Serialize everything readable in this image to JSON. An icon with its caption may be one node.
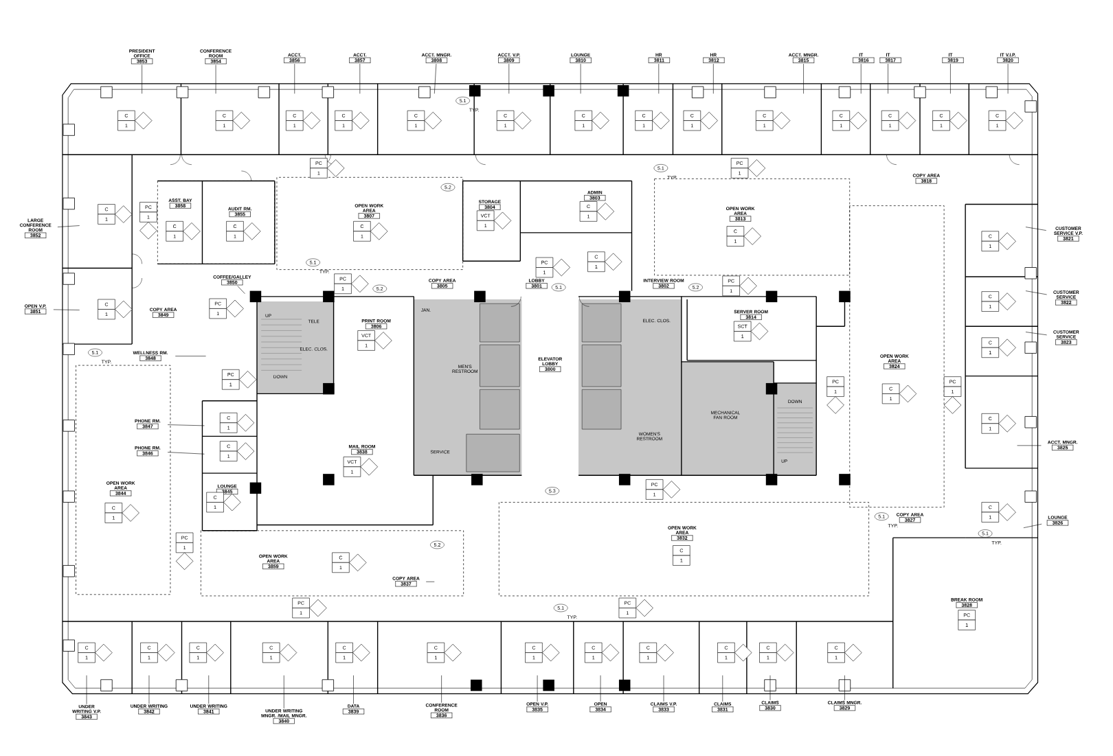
{
  "diagram": {
    "nodes": [
      {
        "text": [
          "PRESIDENT OFFICE",
          "3853"
        ]
      },
      {
        "text": [
          "CONFERENCE ROOM",
          "3854"
        ]
      },
      {
        "text": [
          "ACCT.",
          "3856"
        ]
      },
      {
        "text": [
          "ACCT.",
          "3857"
        ]
      },
      {
        "text": [
          "ACCT. MNGR.",
          "3808"
        ]
      },
      {
        "text": [
          "ACCT. V.P.",
          "3809"
        ]
      },
      {
        "text": [
          "LOUNGE",
          "3810"
        ]
      },
      {
        "text": [
          "HR",
          "3811"
        ]
      },
      {
        "text": [
          "HR",
          "3812"
        ]
      },
      {
        "text": [
          "ACCT. MNGR.",
          "3815"
        ]
      },
      {
        "text": [
          "IT",
          "3816"
        ]
      },
      {
        "text": [
          "IT",
          "3817"
        ]
      },
      {
        "text": [
          "IT",
          "3819"
        ]
      },
      {
        "text": [
          "IT V.I.P.",
          "3820"
        ]
      },
      {
        "text": [
          "LARGE CONFERENCE ROOM",
          "3852"
        ]
      },
      {
        "text": [
          "OPEN V.P.",
          "3851"
        ]
      },
      {
        "text": [
          "CUSTOMER SERVICE V.P.",
          "3821"
        ]
      },
      {
        "text": [
          "CUSTOMER SERVICE",
          "3822"
        ]
      },
      {
        "text": [
          "CUSTOMER SERVICE",
          "3823"
        ]
      },
      {
        "text": [
          "ACCT. MNGR.",
          "3825"
        ]
      },
      {
        "text": [
          "LOUNGE",
          "3826"
        ]
      },
      {
        "text": [
          "UNDER WRITING V.P.",
          "3843"
        ]
      },
      {
        "text": [
          "UNDER WRITING",
          "3842"
        ]
      },
      {
        "text": [
          "UNDER WRITING",
          "3841"
        ]
      },
      {
        "text": [
          "UNDER WRITING MNGR. /MAIL MNGR.",
          "3840"
        ]
      },
      {
        "text": [
          "DATA",
          "3839"
        ]
      },
      {
        "text": [
          "CONFERENCE ROOM",
          "3836"
        ]
      },
      {
        "text": [
          "OPEN V.P.",
          "3835"
        ]
      },
      {
        "text": [
          "OPEN",
          "3834"
        ]
      },
      {
        "text": [
          "CLAIMS V.P.",
          "3833"
        ]
      },
      {
        "text": [
          "CLAIMS",
          "3831"
        ]
      },
      {
        "text": [
          "CLAIMS",
          "3830"
        ]
      },
      {
        "text": [
          "CLAIMS MNGR.",
          "3829"
        ]
      },
      {
        "text": [
          "COFFEE/GALLEY",
          "3850"
        ]
      },
      {
        "text": [
          "WELLNESS RM.",
          "3848"
        ]
      },
      {
        "text": [
          "PHONE RM.",
          "3847"
        ]
      },
      {
        "text": [
          "PHONE RM.",
          "3846"
        ]
      },
      {
        "text": [
          "COPY AREA",
          "3837"
        ]
      },
      {
        "text": [
          "ASST. BAY",
          "3858"
        ]
      },
      {
        "text": [
          "AUDIT RM.",
          "3855"
        ]
      },
      {
        "text": [
          "OPEN WORK AREA",
          "3807"
        ]
      },
      {
        "text": [
          "STORAGE",
          "3804"
        ]
      },
      {
        "text": [
          "ADMIN",
          "3803"
        ]
      },
      {
        "text": [
          "OPEN WORK AREA",
          "3813"
        ]
      },
      {
        "text": [
          "COPY AREA",
          "3818"
        ]
      },
      {
        "text": [
          "COPY AREA",
          "3849"
        ]
      },
      {
        "text": [
          "COPY AREA",
          "3805"
        ]
      },
      {
        "text": [
          "LOBBY",
          "3801"
        ]
      },
      {
        "text": [
          "INTERVIEW ROOM",
          "3802"
        ]
      },
      {
        "text": [
          "SERVER ROOM",
          "3814"
        ]
      },
      {
        "text": [
          "PRINT ROOM",
          "3806"
        ]
      },
      {
        "text": [
          "ELEVATOR LOBBY",
          "3800"
        ]
      },
      {
        "text": [
          "OPEN WORK AREA",
          "3824"
        ]
      },
      {
        "text": [
          "MAIL ROOM",
          "3838"
        ]
      },
      {
        "text": [
          "OPEN WORK AREA",
          "3859"
        ]
      },
      {
        "text": [
          "OPEN WORK AREA",
          "3832"
        ]
      },
      {
        "text": [
          "OPEN WORK AREA",
          "3844"
        ]
      },
      {
        "text": [
          "LOUNGE",
          "3845"
        ]
      },
      {
        "text": [
          "COPY AREA",
          "3827"
        ]
      },
      {
        "text": [
          "BREAK ROOM",
          "3828"
        ]
      }
    ],
    "edges": [
      {
        "from": 0,
        "to": null,
        "arrow": "none"
      },
      {
        "from": 1,
        "to": null,
        "arrow": "none"
      },
      {
        "from": 2,
        "to": null,
        "arrow": "none"
      },
      {
        "from": 3,
        "to": null,
        "arrow": "none"
      },
      {
        "from": 4,
        "to": null,
        "arrow": "none"
      },
      {
        "from": 5,
        "to": null,
        "arrow": "none"
      },
      {
        "from": 6,
        "to": null,
        "arrow": "none"
      },
      {
        "from": 7,
        "to": null,
        "arrow": "none"
      },
      {
        "from": 8,
        "to": null,
        "arrow": "none"
      },
      {
        "from": 9,
        "to": null,
        "arrow": "none"
      },
      {
        "from": 10,
        "to": null,
        "arrow": "none"
      },
      {
        "from": 11,
        "to": null,
        "arrow": "none"
      },
      {
        "from": 12,
        "to": null,
        "arrow": "none"
      },
      {
        "from": 13,
        "to": null,
        "arrow": "none"
      },
      {
        "from": 14,
        "to": null,
        "arrow": "none"
      },
      {
        "from": 15,
        "to": null,
        "arrow": "none"
      },
      {
        "from": 16,
        "to": null,
        "arrow": "none"
      },
      {
        "from": 17,
        "to": null,
        "arrow": "none"
      },
      {
        "from": 18,
        "to": null,
        "arrow": "none"
      },
      {
        "from": 19,
        "to": null,
        "arrow": "none"
      },
      {
        "from": 20,
        "to": null,
        "arrow": "none"
      },
      {
        "from": 21,
        "to": null,
        "arrow": "none"
      },
      {
        "from": 22,
        "to": null,
        "arrow": "none"
      },
      {
        "from": 23,
        "to": null,
        "arrow": "none"
      },
      {
        "from": 24,
        "to": null,
        "arrow": "none"
      },
      {
        "from": 25,
        "to": null,
        "arrow": "none"
      },
      {
        "from": 26,
        "to": null,
        "arrow": "none"
      },
      {
        "from": 27,
        "to": null,
        "arrow": "none"
      },
      {
        "from": 28,
        "to": null,
        "arrow": "none"
      },
      {
        "from": 29,
        "to": null,
        "arrow": "none"
      },
      {
        "from": 30,
        "to": null,
        "arrow": "none"
      },
      {
        "from": 31,
        "to": null,
        "arrow": "none"
      },
      {
        "from": 32,
        "to": null,
        "arrow": "none"
      },
      {
        "from": 33,
        "to": null,
        "arrow": "none"
      },
      {
        "from": 34,
        "to": null,
        "arrow": "none"
      },
      {
        "from": 35,
        "to": null,
        "arrow": "none"
      },
      {
        "from": 36,
        "to": null,
        "arrow": "none"
      },
      {
        "from": 37,
        "to": null,
        "arrow": "none"
      }
    ],
    "labels": [
      "UP",
      "DOWN",
      "TELE",
      "ELEC. CLOS.",
      "JAN.",
      "MEN'S RESTROOM",
      "SERVICE",
      "ELEC. CLOS.",
      "WOMEN'S RESTROOM",
      "MECHANICAL FAN ROOM",
      "DOWN",
      "UP",
      "5.1",
      "TYP.",
      "5.1",
      "TYP.",
      "5.2",
      "5.1",
      "TYP.",
      "5.2",
      "5.1",
      "5.2",
      "5.1",
      "TYP.",
      "5.2",
      "5.3",
      "5.1",
      "TYP.",
      "5.1",
      "TYP.",
      "5.1",
      "TYP.",
      "C",
      "1",
      "C",
      "1",
      "C",
      "1",
      "C",
      "1",
      "C",
      "1",
      "C",
      "1",
      "C",
      "1",
      "C",
      "1",
      "C",
      "1",
      "C",
      "1",
      "C",
      "1",
      "C",
      "1",
      "C",
      "1",
      "C",
      "1",
      "PC",
      "1",
      "PC",
      "1",
      "C",
      "1",
      "PC",
      "1",
      "C",
      "1",
      "C",
      "1",
      "C",
      "1",
      "VCT",
      "1",
      "C",
      "1",
      "C",
      "1",
      "PC",
      "1",
      "C",
      "1",
      "PC",
      "1",
      "PC",
      "1",
      "C",
      "1",
      "PC",
      "1",
      "SCT",
      "1",
      "VCT",
      "1",
      "PC",
      "1",
      "C",
      "1",
      "PC",
      "1",
      "C",
      "1",
      "C",
      "1",
      "C",
      "1",
      "PC",
      "1",
      "C",
      "1",
      "C",
      "1",
      "C",
      "1",
      "VCT",
      "1",
      "PC",
      "1",
      "C",
      "1",
      "C",
      "1",
      "C",
      "1",
      "PC",
      "1",
      "C",
      "1",
      "C",
      "1",
      "PC",
      "1",
      "PC",
      "1",
      "PC",
      "1",
      "C",
      "1",
      "C",
      "1",
      "C",
      "1",
      "C",
      "1",
      "C",
      "1",
      "C",
      "1",
      "C",
      "1",
      "C",
      "1",
      "C",
      "1",
      "C",
      "1",
      "C",
      "1",
      "C",
      "1"
    ]
  }
}
